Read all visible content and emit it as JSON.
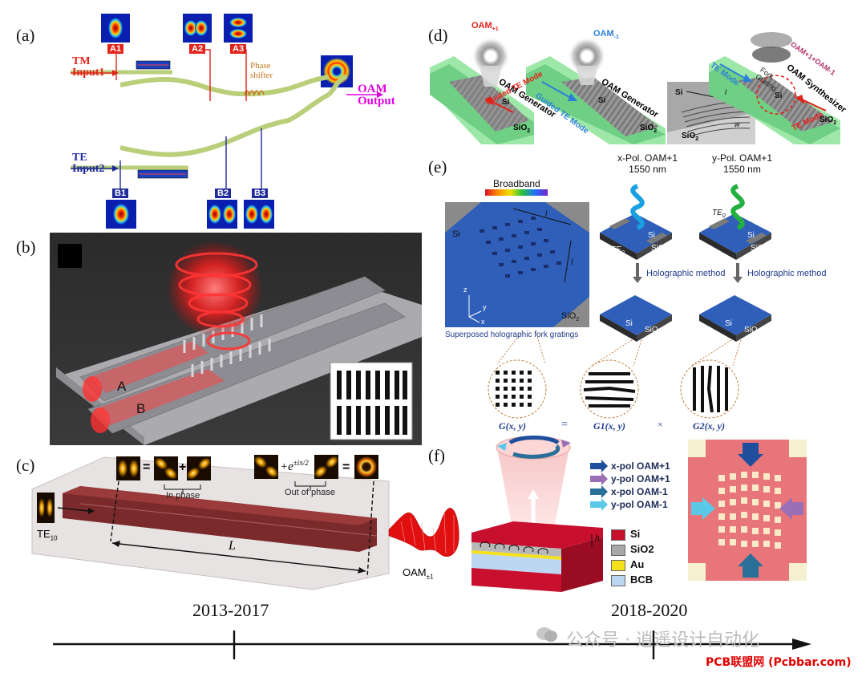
{
  "panels": {
    "a": {
      "label": "(a)",
      "tm_input": "TM",
      "tm_input_sub": "Input1",
      "te_input": "TE",
      "te_input_sub": "Input2",
      "phase_shifter_1": "Phase",
      "phase_shifter_2": "shifter",
      "oam_output_1": "OAM",
      "oam_output_2": "Output",
      "tags_top": [
        "A1",
        "A2",
        "A3"
      ],
      "tags_bottom": [
        "B1",
        "B2",
        "B3"
      ]
    },
    "b": {
      "label": "(b)",
      "waveguide_a": "A",
      "waveguide_b": "B"
    },
    "c": {
      "label": "(c)",
      "in_phase": "In phase",
      "out_of_phase": "Out of phase",
      "length": "L",
      "input_mode": "TE",
      "input_mode_sub": "10",
      "output_mode": "OAM",
      "output_mode_sub": "±1"
    },
    "d": {
      "label": "(d)",
      "oam_plus": "OAM",
      "oam_plus_sub": "+1",
      "oam_minus": "OAM",
      "oam_minus_sub": "-1",
      "generator_1": "OAM Generator",
      "generator_2": "OAM Generator",
      "synthesizer": "OAM Synthesizer",
      "superposition": "OAM+1+OAM-1",
      "si": "Si",
      "sio2": "SiO",
      "sio2_sub": "2",
      "guided_te": "Guided TE Mode",
      "te_mode": "TE Mode",
      "fork_grating_1": "Fork",
      "fork_grating_2": "Grating",
      "w": "w",
      "l": "l"
    },
    "e": {
      "label": "(e)",
      "broadband": "Broadband",
      "xpol_1": "x-Pol. OAM+1",
      "xpol_2": "1550 nm",
      "ypol_1": "y-Pol. OAM+1",
      "ypol_2": "1550 nm",
      "holographic_1": "Holographic method",
      "holographic_2": "Holographic method",
      "superposed": "Superposed holographic fork gratings",
      "si": "Si",
      "sio2": "SiO",
      "sio2_sub": "2",
      "te0": "TE",
      "te0_sub": "0",
      "axis_x": "x",
      "axis_y": "y",
      "axis_z": "z",
      "l": "l",
      "eq_g": "G(x, y)",
      "eq_equals": "=",
      "eq_g1": "G1(x, y)",
      "eq_times": "×",
      "eq_g2": "G2(x, y)"
    },
    "f": {
      "label": "(f)",
      "h": "h",
      "legend": [
        {
          "text": "x-pol  OAM+1",
          "color": "#1f4e9c"
        },
        {
          "text": "y-pol  OAM+1",
          "color": "#9b6fb5"
        },
        {
          "text": "x-pol  OAM-1",
          "color": "#2a6f98"
        },
        {
          "text": "y-pol  OAM-1",
          "color": "#5cc8e8"
        }
      ],
      "materials": [
        {
          "text": "Si",
          "color": "#c8102e"
        },
        {
          "text": "SiO2",
          "color": "#a8a8a8"
        },
        {
          "text": "Au",
          "color": "#f5e11b"
        },
        {
          "text": "BCB",
          "color": "#bcd7f2"
        }
      ]
    }
  },
  "timeline": {
    "era_1": "2013-2017",
    "era_2": "2018-2020"
  },
  "watermark": {
    "wechat": "公众号 · 逍遥设计自动化",
    "site": "PCB联盟网 (Pcbbar.com)"
  }
}
